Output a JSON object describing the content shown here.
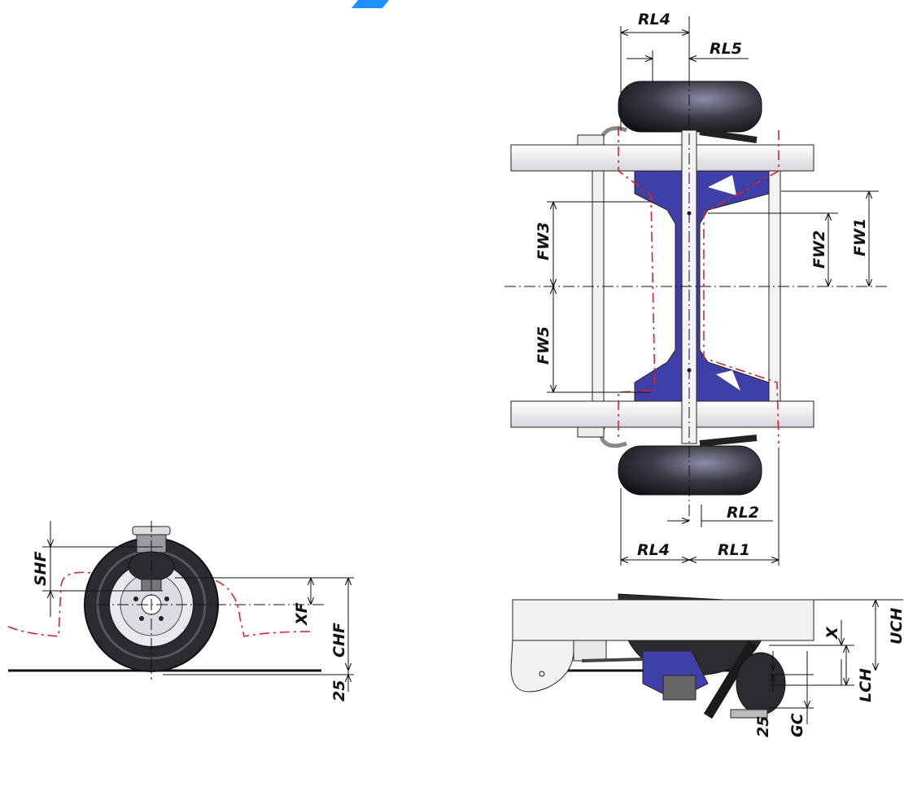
{
  "colors": {
    "accent_blue": "#1e90ff",
    "bracket_blue": "#3f3fa8",
    "clearance_red": "#d9252a",
    "tyre_dark": "#2b2b30",
    "frame_grey": "#e8e8ec"
  },
  "labels": {
    "rl4_top": "RL4",
    "rl5": "RL5",
    "fw1": "FW1",
    "fw2": "FW2",
    "fw3": "FW3",
    "fw5": "FW5",
    "rl2": "RL2",
    "rl4_bottom": "RL4",
    "rl1": "RL1",
    "shf": "SHF",
    "xf": "XF",
    "chf": "CHF",
    "ground_25_front": "25",
    "x": "X",
    "lch": "LCH",
    "uch": "UCH",
    "ground_25_side": "25",
    "gc": "GC"
  }
}
